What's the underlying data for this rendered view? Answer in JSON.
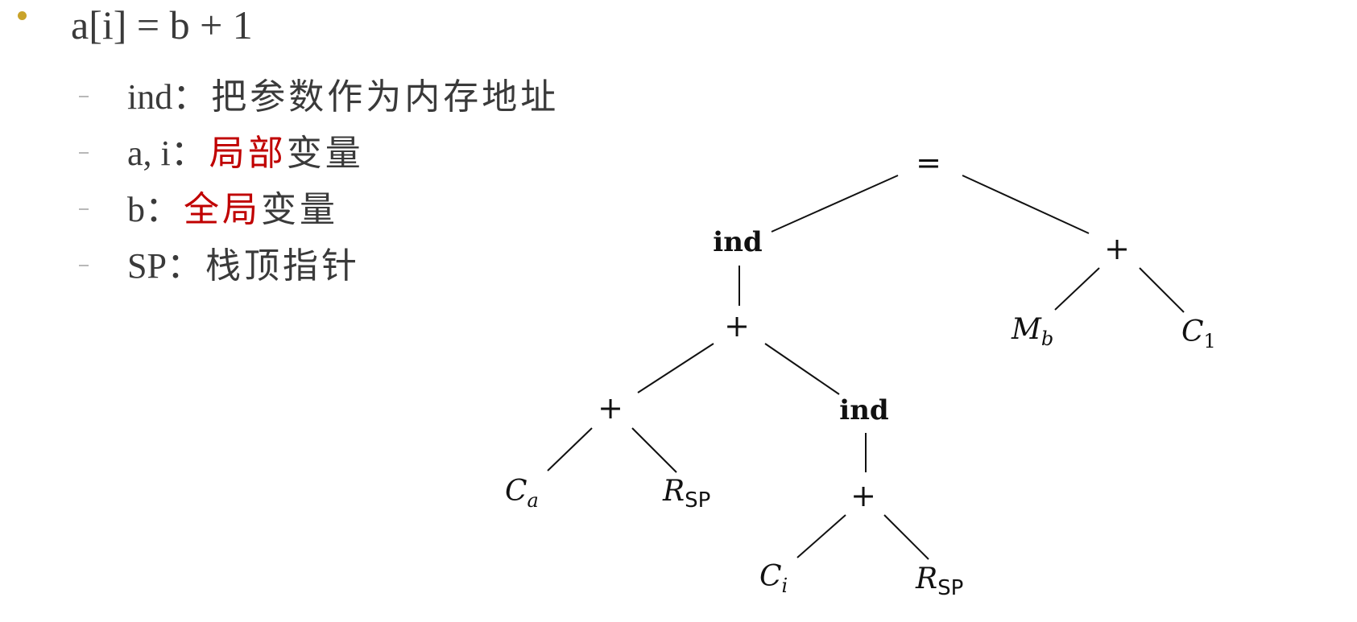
{
  "main_bullet": "a[i] = b + 1",
  "items": [
    {
      "label": "ind",
      "sep": "：",
      "parts": [
        {
          "text": "把参数作为内存地址",
          "highlight": false
        }
      ]
    },
    {
      "label": "a, i",
      "sep": "：",
      "parts": [
        {
          "text": "局部",
          "highlight": true
        },
        {
          "text": "变量",
          "highlight": false
        }
      ]
    },
    {
      "label": "b",
      "sep": "：",
      "parts": [
        {
          "text": "全局",
          "highlight": true
        },
        {
          "text": "变量",
          "highlight": false
        }
      ]
    },
    {
      "label": "SP",
      "sep": "：",
      "parts": [
        {
          "text": "栈顶指针",
          "highlight": false
        }
      ]
    }
  ],
  "tree": {
    "root": "=",
    "ind_left": "ind",
    "plus_right": "+",
    "mb_main": "M",
    "mb_sub": "b",
    "c1_main": "C",
    "c1_sub": "1",
    "plus_mid": "+",
    "plus_left": "+",
    "ind_mid": "ind",
    "ca_main": "C",
    "ca_sub": "a",
    "rsp1_main": "R",
    "rsp1_sub": "SP",
    "plus_low": "+",
    "ci_main": "C",
    "ci_sub": "i",
    "rsp2_main": "R",
    "rsp2_sub": "SP"
  },
  "colors": {
    "bullet": "#c9a32a",
    "highlight": "#c00000",
    "text": "#3a3a3a"
  }
}
